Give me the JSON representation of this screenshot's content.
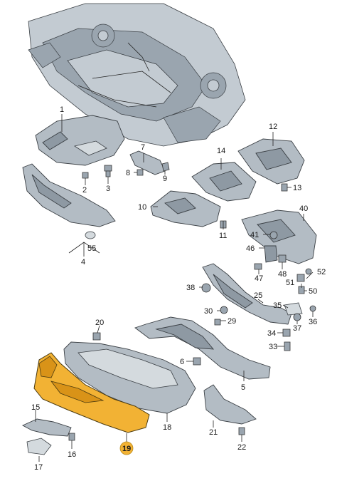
{
  "diagram": {
    "highlight_color": "#f2b234",
    "highlighted_part": "19",
    "callouts": [
      {
        "id": "c1",
        "label": "1"
      },
      {
        "id": "c2",
        "label": "2"
      },
      {
        "id": "c3",
        "label": "3"
      },
      {
        "id": "c4",
        "label": "4"
      },
      {
        "id": "c5",
        "label": "5"
      },
      {
        "id": "c6",
        "label": "6"
      },
      {
        "id": "c7",
        "label": "7"
      },
      {
        "id": "c8",
        "label": "8"
      },
      {
        "id": "c9",
        "label": "9"
      },
      {
        "id": "c10",
        "label": "10"
      },
      {
        "id": "c11",
        "label": "11"
      },
      {
        "id": "c12",
        "label": "12"
      },
      {
        "id": "c13",
        "label": "13"
      },
      {
        "id": "c14",
        "label": "14"
      },
      {
        "id": "c15",
        "label": "15"
      },
      {
        "id": "c16",
        "label": "16"
      },
      {
        "id": "c17",
        "label": "17"
      },
      {
        "id": "c18",
        "label": "18"
      },
      {
        "id": "c19",
        "label": "19"
      },
      {
        "id": "c20",
        "label": "20"
      },
      {
        "id": "c21",
        "label": "21"
      },
      {
        "id": "c22",
        "label": "22"
      },
      {
        "id": "c25",
        "label": "25"
      },
      {
        "id": "c29",
        "label": "29"
      },
      {
        "id": "c30",
        "label": "30"
      },
      {
        "id": "c33",
        "label": "33"
      },
      {
        "id": "c34",
        "label": "34"
      },
      {
        "id": "c35",
        "label": "35"
      },
      {
        "id": "c36",
        "label": "36"
      },
      {
        "id": "c37",
        "label": "37"
      },
      {
        "id": "c38",
        "label": "38"
      },
      {
        "id": "c40",
        "label": "40"
      },
      {
        "id": "c41",
        "label": "41"
      },
      {
        "id": "c46",
        "label": "46"
      },
      {
        "id": "c47",
        "label": "47"
      },
      {
        "id": "c48",
        "label": "48"
      },
      {
        "id": "c50",
        "label": "50"
      },
      {
        "id": "c51",
        "label": "51"
      },
      {
        "id": "c52",
        "label": "52"
      },
      {
        "id": "c55",
        "label": "55"
      }
    ]
  }
}
